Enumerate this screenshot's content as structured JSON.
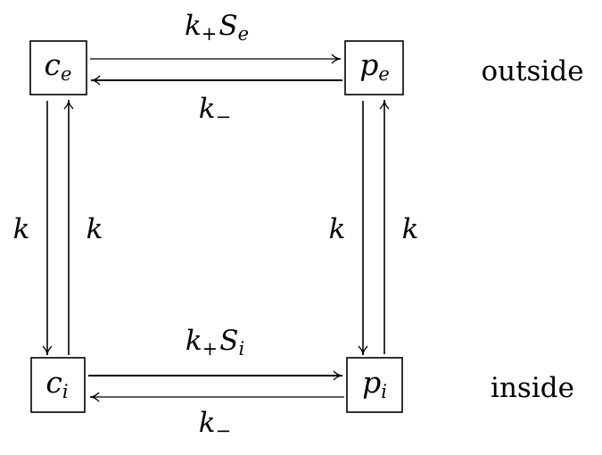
{
  "nodes": {
    "c_e": {
      "base": "c",
      "sub": "e"
    },
    "p_e": {
      "base": "p",
      "sub": "e"
    },
    "c_i": {
      "base": "c",
      "sub": "i"
    },
    "p_i": {
      "base": "p",
      "sub": "i"
    }
  },
  "edges": {
    "top_forward": {
      "k": "k",
      "k_sub": "+",
      "s": "S",
      "s_sub": "e"
    },
    "top_backward": {
      "k": "k",
      "k_sub": "−"
    },
    "bottom_forward": {
      "k": "k",
      "k_sub": "+",
      "s": "S",
      "s_sub": "i"
    },
    "bottom_backward": {
      "k": "k",
      "k_sub": "−"
    },
    "left_down": {
      "label": "k"
    },
    "left_up": {
      "label": "k"
    },
    "right_down": {
      "label": "k"
    },
    "right_up": {
      "label": "k"
    }
  },
  "regions": {
    "outside": "outside",
    "inside": "inside"
  }
}
